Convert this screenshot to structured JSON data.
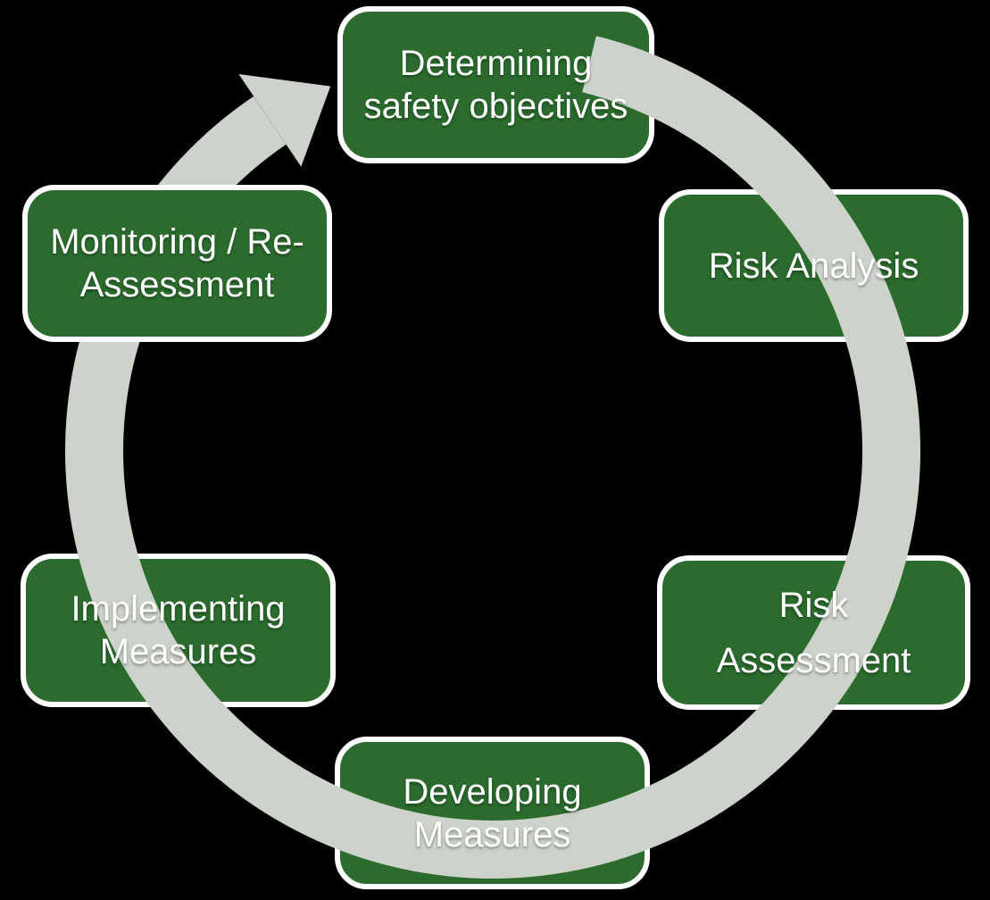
{
  "diagram": {
    "type": "cycle",
    "direction": "clockwise",
    "colors": {
      "background": "#000000",
      "box_fill": "#2b6c2e",
      "box_border": "#ffffff",
      "arrow": "#cdd3ca",
      "text": "#ffffff"
    },
    "steps": [
      {
        "id": "determining-safety-objectives",
        "position": "top",
        "label": "Determining safety objectives",
        "lines": [
          "Determining",
          "safety objectives"
        ]
      },
      {
        "id": "risk-analysis",
        "position": "upper-right",
        "label": "Risk Analysis",
        "lines": [
          "Risk Analysis"
        ]
      },
      {
        "id": "risk-assessment",
        "position": "lower-right",
        "label": "Risk Assessment",
        "lines": [
          "Risk",
          "Assessment"
        ]
      },
      {
        "id": "developing-measures",
        "position": "bottom",
        "label": "Developing Measures",
        "lines": [
          "Developing",
          "Measures"
        ]
      },
      {
        "id": "implementing-measures",
        "position": "lower-left",
        "label": "Implementing Measures",
        "lines": [
          "Implementing",
          "Measures"
        ]
      },
      {
        "id": "monitoring-re-assessment",
        "position": "upper-left",
        "label": "Monitoring / Re-Assessment",
        "lines": [
          "Monitoring / Re-",
          "Assessment"
        ]
      }
    ]
  }
}
